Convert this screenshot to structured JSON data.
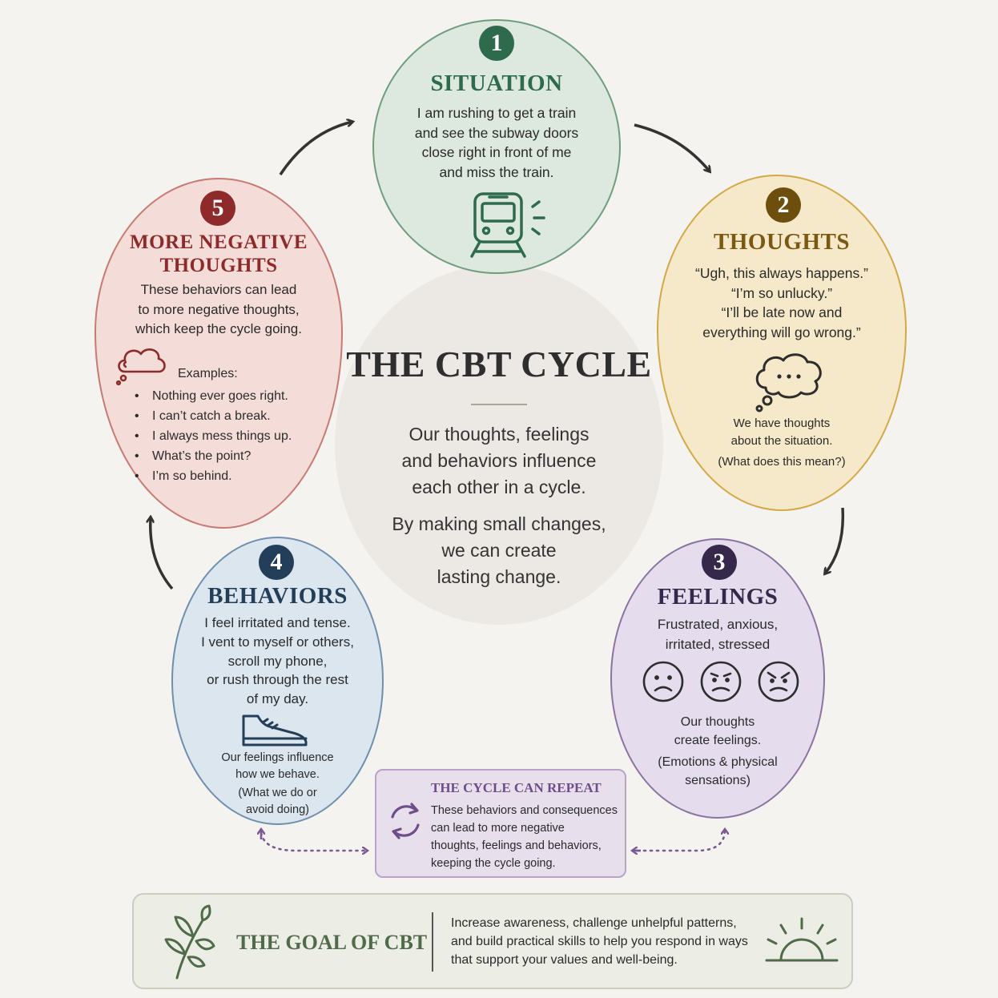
{
  "colors": {
    "background": "#f5f3ef",
    "situation": "#2e6b4c",
    "thoughts": "#7a5a12",
    "feelings": "#3a2e52",
    "behaviors": "#24405a",
    "more_negative": "#8e2a2a",
    "repeat": "#6f4d8a",
    "goal": "#4f6b4a"
  },
  "center": {
    "title": "THE CBT CYCLE",
    "text_lines": [
      "Our thoughts, feelings",
      "and behaviors influence",
      "each other in a cycle."
    ],
    "text2_lines": [
      "By making small changes,",
      "we can create",
      "lasting change."
    ]
  },
  "situation": {
    "number": "1",
    "title": "SITUATION",
    "lines": [
      "I am rushing to get a train",
      "and see the subway doors",
      "close right in front of me",
      "and miss the train."
    ],
    "icon": "train-icon"
  },
  "thoughts": {
    "number": "2",
    "title": "THOUGHTS",
    "lines": [
      "“Ugh, this always happens.”",
      "“I’m so unlucky.”",
      "“I’ll be late now and",
      "everything will go wrong.”"
    ],
    "icon": "thought-bubble-icon",
    "note_lines": [
      "We have thoughts",
      "about the situation."
    ],
    "paren": "(What does this mean?)"
  },
  "feelings": {
    "number": "3",
    "title": "FEELINGS",
    "lines": [
      "Frustrated, anxious,",
      "irritated, stressed"
    ],
    "icons": [
      "sad-face-icon",
      "worried-face-icon",
      "angry-face-icon"
    ],
    "note_lines": [
      "Our thoughts",
      "create feelings."
    ],
    "paren_lines": [
      "(Emotions & physical",
      "sensations)"
    ]
  },
  "behaviors": {
    "number": "4",
    "title": "BEHAVIORS",
    "lines": [
      "I feel irritated and tense.",
      "I vent to myself or others,",
      "scroll my phone,",
      "or rush through the rest",
      "of my day."
    ],
    "icon": "sneaker-icon",
    "note_lines": [
      "Our feelings influence",
      "how we behave."
    ],
    "paren_lines": [
      "(What we do or",
      "avoid doing)"
    ]
  },
  "more_negative": {
    "number": "5",
    "title_lines": [
      "MORE NEGATIVE",
      "THOUGHTS"
    ],
    "lines": [
      "These behaviors can lead",
      "to more negative thoughts,",
      "which keep the cycle going."
    ],
    "icon": "cloud-icon",
    "examples_label": "Examples:",
    "examples": [
      "Nothing ever goes right.",
      "I can’t catch a break.",
      "I always mess things up.",
      "What’s the point?",
      "I’m so behind."
    ]
  },
  "repeat": {
    "title": "THE CYCLE CAN REPEAT",
    "lines": [
      "These behaviors and consequences",
      "can lead to more negative",
      "thoughts, feelings and behaviors,",
      "keeping the cycle going."
    ],
    "icon": "cycle-arrows-icon"
  },
  "goal": {
    "title": "THE GOAL OF CBT",
    "lines": [
      "Increase awareness, challenge unhelpful patterns,",
      "and build practical skills to help you respond in ways",
      "that support your values and well-being."
    ],
    "icons": [
      "plant-icon",
      "sunrise-icon"
    ]
  }
}
